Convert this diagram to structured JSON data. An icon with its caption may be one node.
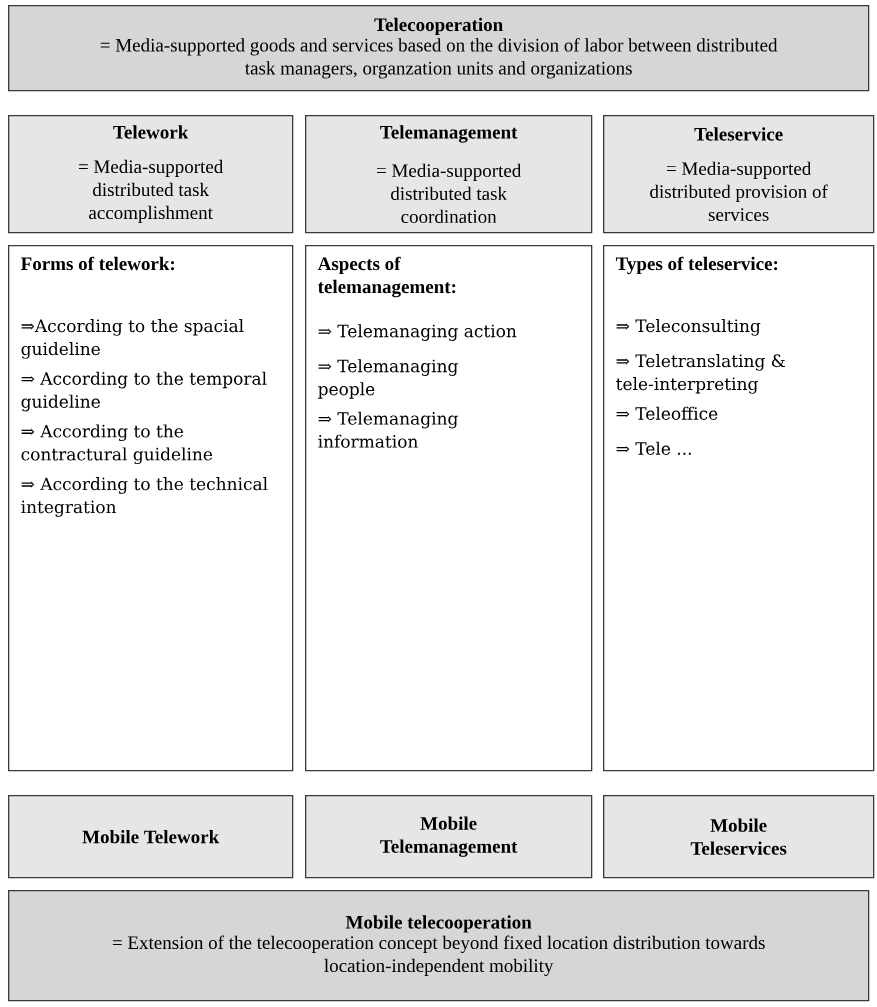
{
  "diagram": {
    "nodes": [
      {
        "text": [
          "Telecooperation",
          "= Media-supported goods and services based on the division of labor between distributed task managers, organzation units and organizations"
        ]
      },
      {
        "text": [
          "Telework",
          "= Media-supported distributed task accomplishment"
        ]
      },
      {
        "text": [
          "Telemanagement",
          "= Media-supported distributed task coordination"
        ]
      },
      {
        "text": [
          "Teleservice",
          "= Media-supported distributed provision of services"
        ]
      },
      {
        "text": [
          "Forms of telework:",
          "⇒According to the spacial guideline",
          "⇒ According to the temporal guideline",
          "⇒ According to the contractural guideline",
          "⇒ According to the technical integration"
        ]
      },
      {
        "text": [
          "Aspects of telemanagement:",
          "⇒ Telemanaging action",
          "⇒ Telemanaging people",
          "⇒ Telemanaging information"
        ]
      },
      {
        "text": [
          "Types of teleservice:",
          "⇒ Teleconsulting",
          "⇒ Teletranslating & tele-interpreting",
          "⇒ Teleoffice",
          "⇒ Tele ..."
        ]
      },
      {
        "text": [
          "Mobile Telework"
        ]
      },
      {
        "text": [
          "Mobile Telemanagement"
        ]
      },
      {
        "text": [
          "Mobile Teleservices"
        ]
      },
      {
        "text": [
          "Mobile telecooperation",
          "= Extension of the telecooperation concept beyond fixed location distribution towards location-independent mobility"
        ]
      }
    ]
  }
}
